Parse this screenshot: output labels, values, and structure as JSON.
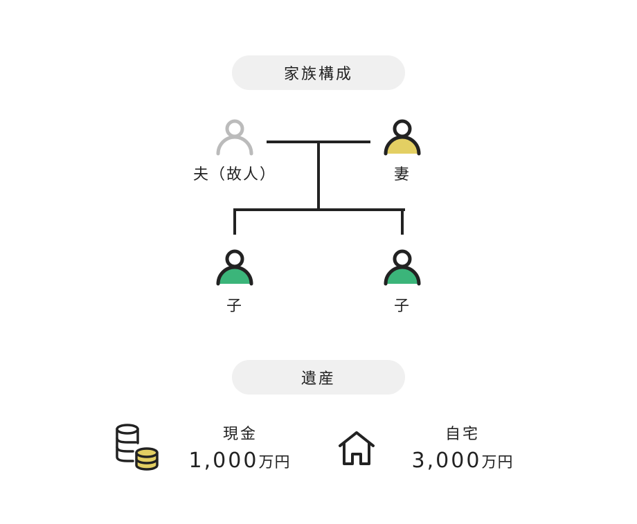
{
  "family": {
    "title": "家族構成",
    "husband": "夫（故人）",
    "wife": "妻",
    "child1": "子",
    "child2": "子"
  },
  "assets": {
    "title": "遺産",
    "cash": {
      "label": "現金",
      "amount": "1,000",
      "unit": "万円"
    },
    "home": {
      "label": "自宅",
      "amount": "3,000",
      "unit": "万円"
    }
  },
  "colors": {
    "dark": "#222222",
    "deceased": "#bbbbbb",
    "wife": "#e3cf63",
    "child": "#3bb57a",
    "pill": "#f0f0f0"
  }
}
